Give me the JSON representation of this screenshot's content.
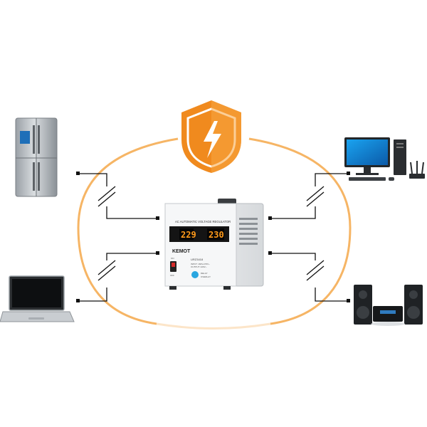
{
  "regulator": {
    "header": "AC AUTOMATIC VOLTAGE REGULATOR",
    "brand": "KEMOT",
    "model": "URZ3418",
    "input_voltage": "229",
    "output_voltage": "230",
    "spec_input": "INPUT: 160V-270V~",
    "spec_output": "OUTPUT: 220V~",
    "switch_on": "ON",
    "switch_off": "OFF",
    "led_delay": "DELAY",
    "led_overlay": "OVERLAY"
  },
  "colors": {
    "arc": "#f6b565",
    "shield": "#f08a1e",
    "shield_light": "#f7a542",
    "lcd_digits": "#ff9a1a",
    "wire": "#111111"
  },
  "icons": {
    "shield": "lightning-shield-icon",
    "fridge": "refrigerator-icon",
    "laptop": "laptop-icon",
    "desktop": "desktop-computer-icon",
    "router": "router-icon",
    "speakers": "stereo-speakers-icon"
  }
}
